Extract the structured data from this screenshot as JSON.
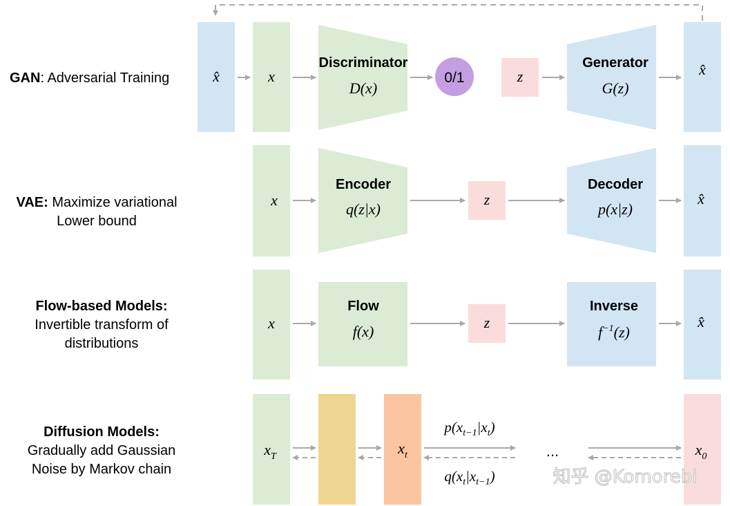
{
  "rows": {
    "gan": {
      "label_bold": "GAN",
      "label_rest": ": Adversarial Training",
      "xhat_in": "x̂",
      "x": "x",
      "disc_title": "Discriminator",
      "disc_fn": "D(x)",
      "output": "0/1",
      "z": "z",
      "gen_title": "Generator",
      "gen_fn": "G(z)",
      "xhat_out": "x̂"
    },
    "vae": {
      "label_bold": "VAE:",
      "label_rest": " Maximize variational",
      "label_line2": "Lower bound",
      "x": "x",
      "enc_title": "Encoder",
      "enc_fn": "q(z|x)",
      "z": "z",
      "dec_title": "Decoder",
      "dec_fn": "p(x|z)",
      "xhat": "x̂"
    },
    "flow": {
      "label_line1": "Flow-based Models:",
      "label_line2": "Invertible transform of",
      "label_line3": "distributions",
      "x": "x",
      "flow_title": "Flow",
      "flow_fn": "f(x)",
      "z": "z",
      "inv_title": "Inverse",
      "inv_fn_base": "f",
      "inv_fn_sup": "−1",
      "inv_fn_arg": "(z)",
      "xhat": "x̂"
    },
    "diffusion": {
      "label_line1": "Diffusion Models:",
      "label_line2": "Gradually add Gaussian",
      "label_line3": "Noise by Markov chain",
      "xT_base": "x",
      "xT_sub": "T",
      "xt_base": "x",
      "xt_sub": "t",
      "p_label": "p(x",
      "p_sub1": "t−1",
      "p_mid": "|x",
      "p_sub2": "t",
      "p_end": ")",
      "q_label": "q(x",
      "q_sub1": "t",
      "q_mid": "|x",
      "q_sub2": "t−1",
      "q_end": ")",
      "ellipsis": "...",
      "x0_base": "x",
      "x0_sub": "0"
    }
  },
  "watermark": "知乎 @Komorebi",
  "colors": {
    "green": "#dcebd4",
    "blue": "#d2e5f3",
    "pink": "#fbdcdc",
    "purple": "#c39ee0",
    "yellow": "#eed590",
    "orange": "#fbc5a0",
    "arrow": "#a8a8a8"
  }
}
